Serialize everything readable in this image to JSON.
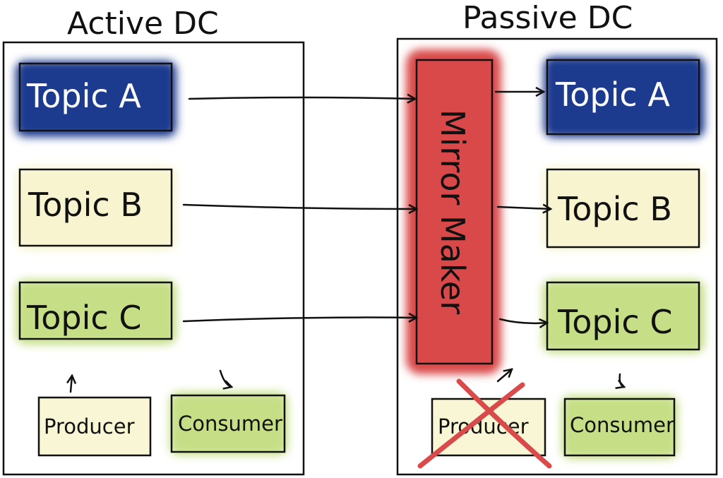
{
  "active_dc": {
    "title": "Active DC",
    "topics": [
      {
        "label": "Topic A",
        "color": "#1b3a8e"
      },
      {
        "label": "Topic B",
        "color": "#f7f4cf"
      },
      {
        "label": "Topic C",
        "color": "#c6df86"
      }
    ],
    "producer": "Producer",
    "consumer": "Consumer"
  },
  "passive_dc": {
    "title": "Passive DC",
    "mirror_maker": "Mirror Maker",
    "mirror_color": "#d94a4a",
    "topics": [
      {
        "label": "Topic A",
        "color": "#1b3a8e"
      },
      {
        "label": "Topic B",
        "color": "#f7f4cf"
      },
      {
        "label": "Topic C",
        "color": "#c6df86"
      }
    ],
    "producer": "Producer",
    "producer_disabled": true,
    "consumer": "Consumer"
  }
}
